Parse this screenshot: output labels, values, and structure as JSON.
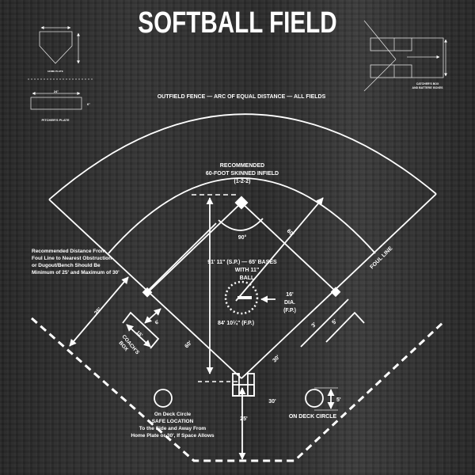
{
  "title": "SOFTBALL FIELD",
  "colors": {
    "background": "#2b2b2b",
    "lines": "#ffffff"
  },
  "labels": {
    "outfield_fence": "OUTFIELD FENCE — ARC OF EQUAL DISTANCE — ALL FIELDS",
    "infield_1": "RECOMMENDED",
    "infield_2": "60-FOOT SKINNED INFIELD",
    "infield_3": "(1-2-2)",
    "angle": "90°",
    "base_dist": "60'",
    "sp_1": "91' 11\" (S.P.) — 65' BASES",
    "sp_2": "WITH 11\"",
    "sp_3": "BALL",
    "fp": "84' 10¼\" (F.P.)",
    "circle_1": "16'",
    "circle_2": "DIA.",
    "circle_3": "(F.P.)",
    "foul_line": "FOUL LINE",
    "obstruction_1": "Recommended Distance From",
    "obstruction_2": "Foul Line to Nearest Obstruction",
    "obstruction_3": "or Dugout/Bench Should Be",
    "obstruction_4": "Minimum of 25' and Maximum of 30'",
    "dist_25_left": "25'",
    "coach_15": "15'",
    "coach_6": "6'",
    "coach_box_1": "COACH'S",
    "coach_box_2": "BOX",
    "left_60": "60'",
    "right_30": "30'",
    "right_3": "3'",
    "right_5": "5'",
    "home_30": "30'",
    "backstop_25": "25'",
    "deck_left_1": "On Deck Circle",
    "deck_left_2": "SAFE LOCATION",
    "deck_left_3": "To the Side and Away From",
    "deck_left_4": "Home Plate or 30', If Space Allows",
    "deck_right": "ON DECK CIRCLE",
    "deck_5": "5'",
    "home_plate_caption": "HOME PLATE",
    "pitchers_plate": "PITCHER'S PLATE",
    "plate_24": "24\"",
    "plate_6": "6\"",
    "catchers_box_1": "CATCHER'S BOX",
    "catchers_box_2": "AND BATTERS' BOXES"
  }
}
